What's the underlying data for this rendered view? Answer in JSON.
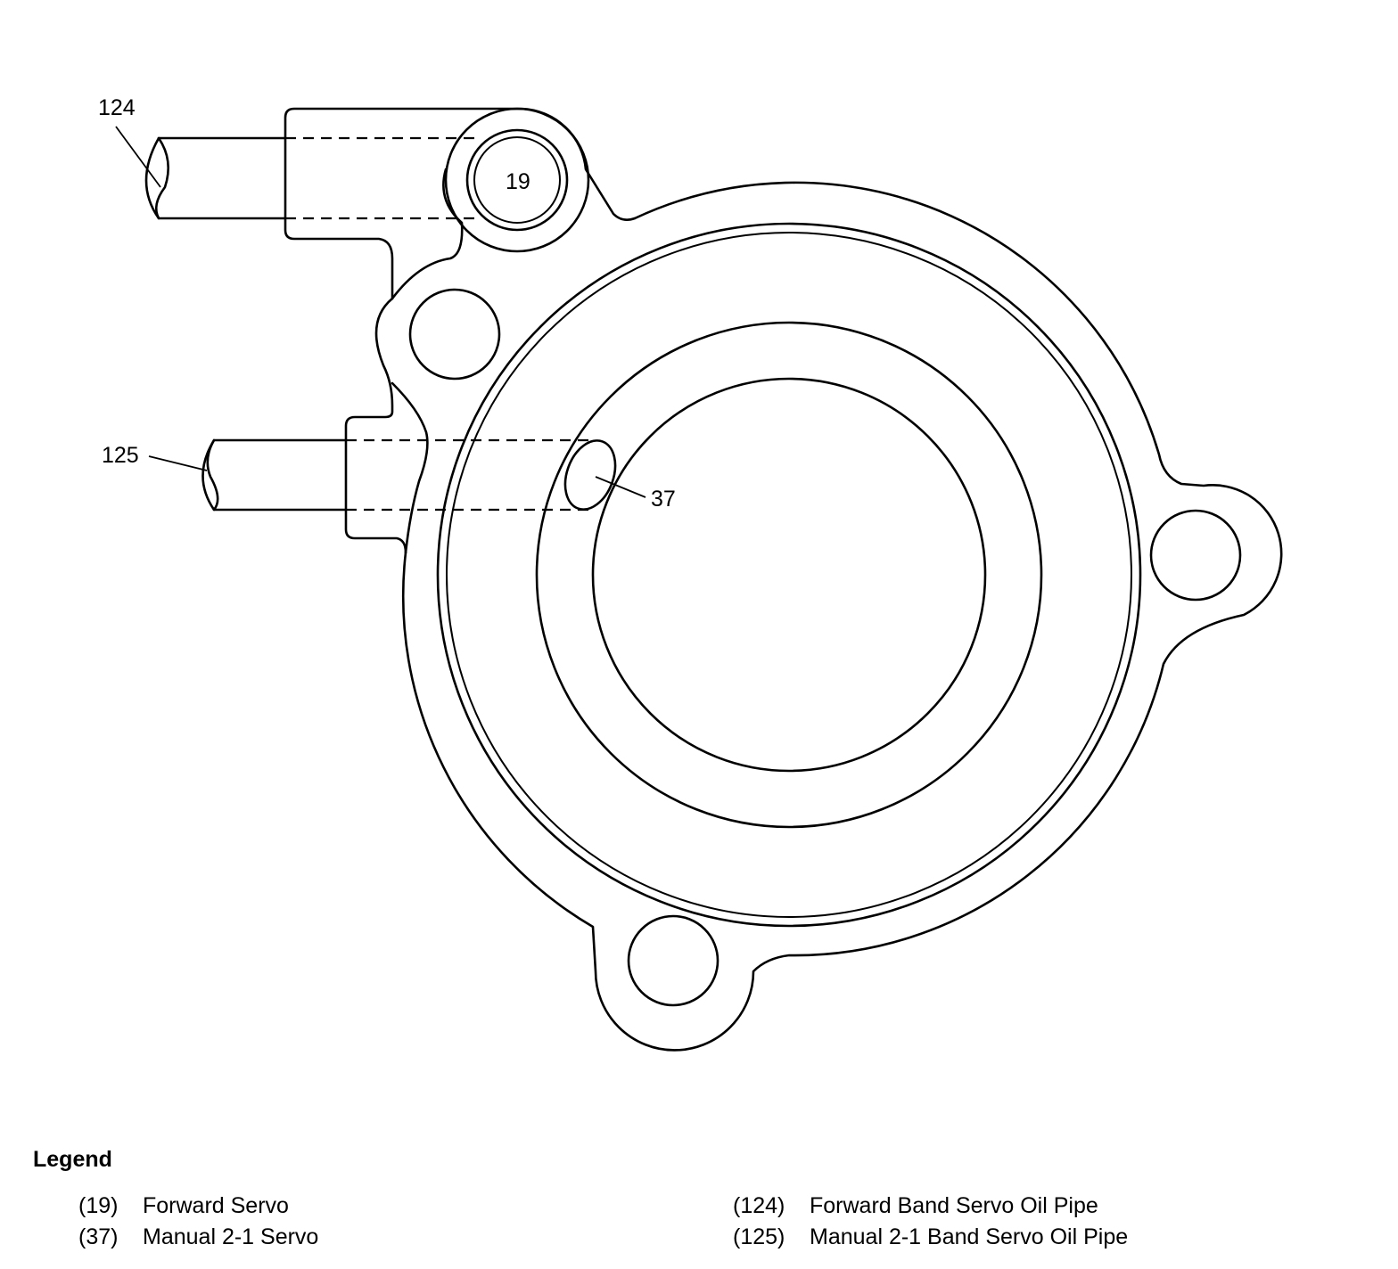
{
  "callouts": [
    {
      "id": "124",
      "label": "124"
    },
    {
      "id": "19",
      "label": "19"
    },
    {
      "id": "125",
      "label": "125"
    },
    {
      "id": "37",
      "label": "37"
    }
  ],
  "legend": {
    "title": "Legend",
    "items": [
      {
        "number": "(19)",
        "text": "Forward Servo"
      },
      {
        "number": "(37)",
        "text": "Manual 2-1 Servo"
      },
      {
        "number": "(124)",
        "text": "Forward Band Servo Oil Pipe"
      },
      {
        "number": "(125)",
        "text": "Manual 2-1 Band Servo Oil Pipe"
      }
    ]
  }
}
